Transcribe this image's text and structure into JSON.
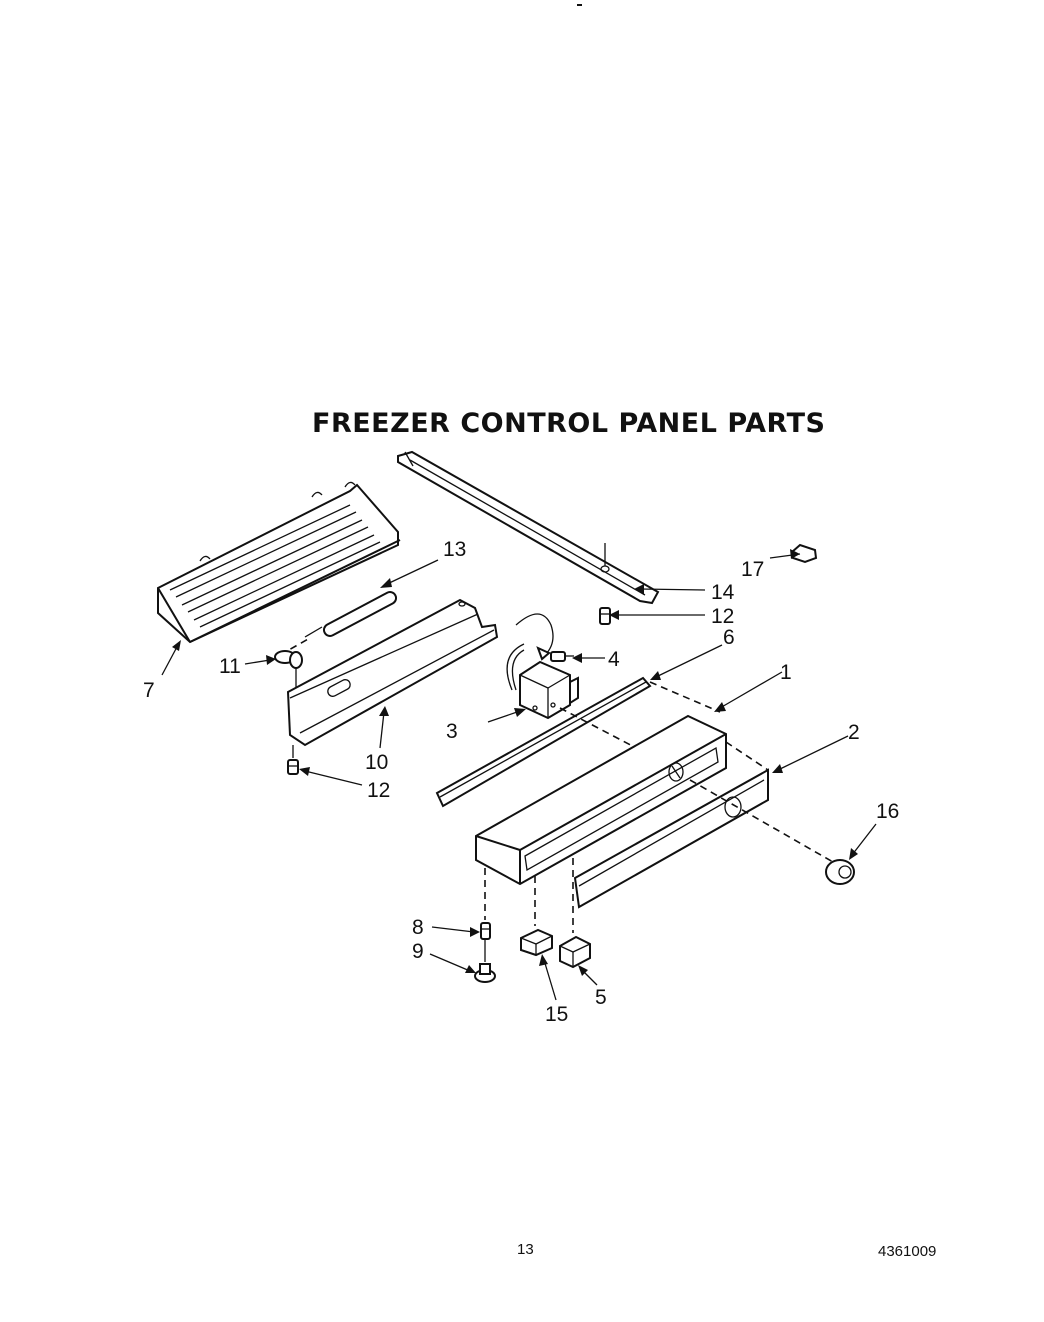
{
  "title": "FREEZER CONTROL PANEL PARTS",
  "page_number": "13",
  "document_number": "4361009",
  "callouts": {
    "c1": "1",
    "c2": "2",
    "c3": "3",
    "c4": "4",
    "c5": "5",
    "c6": "6",
    "c7": "7",
    "c8": "8",
    "c9": "9",
    "c10": "10",
    "c11": "11",
    "c12a": "12",
    "c12b": "12",
    "c13": "13",
    "c14": "14",
    "c15": "15",
    "c16": "16",
    "c17": "17"
  }
}
